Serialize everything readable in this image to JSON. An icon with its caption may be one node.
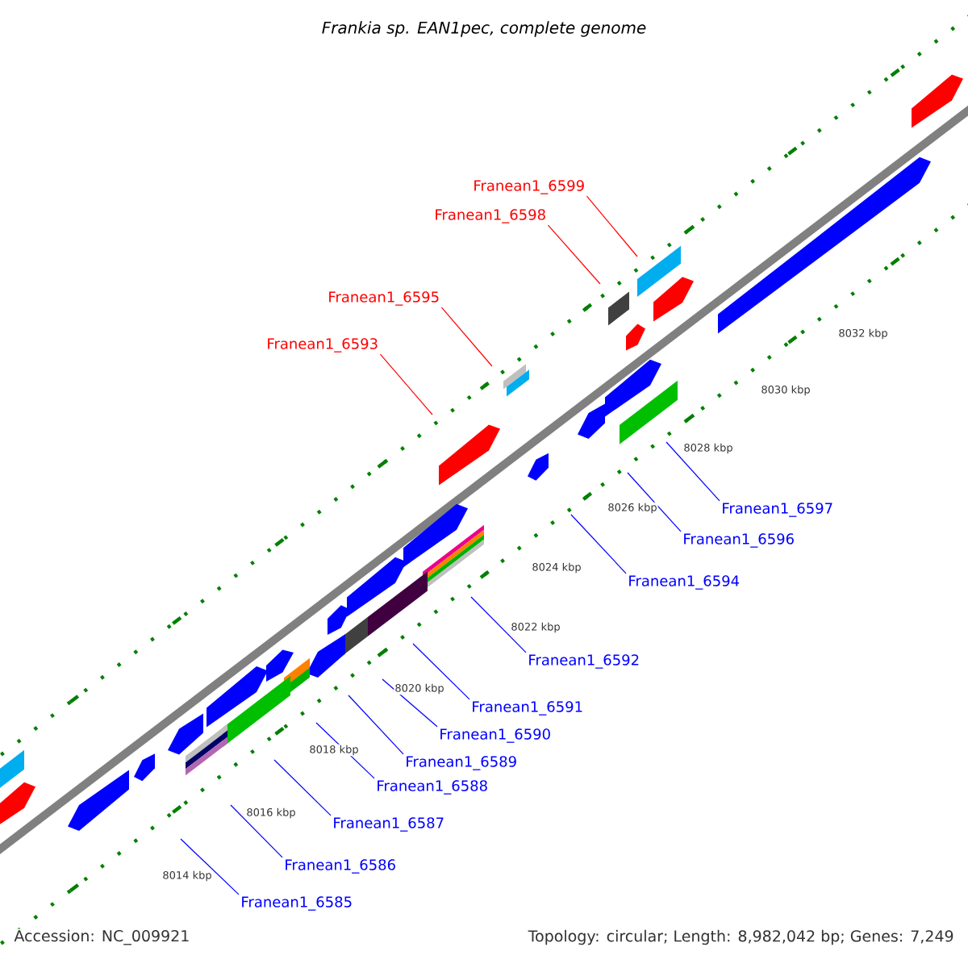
{
  "diagram": {
    "title": "*Frankia sp. EAN1pec, complete genome*",
    "nodes": [
      {
        "text": [
          "Franean1_6599"
        ]
      },
      {
        "text": [
          "Franean1_6598"
        ]
      },
      {
        "text": [
          "Franean1_6595"
        ]
      },
      {
        "text": [
          "Franean1_6593"
        ]
      },
      {
        "text": [
          "Franean1_6597"
        ]
      },
      {
        "text": [
          "Franean1_6596"
        ]
      },
      {
        "text": [
          "Franean1_6594"
        ]
      },
      {
        "text": [
          "Franean1_6592"
        ]
      },
      {
        "text": [
          "Franean1_6591"
        ]
      },
      {
        "text": [
          "Franean1_6590"
        ]
      },
      {
        "text": [
          "Franean1_6589"
        ]
      },
      {
        "text": [
          "Franean1_6588"
        ]
      },
      {
        "text": [
          "Franean1_6587"
        ]
      },
      {
        "text": [
          "Franean1_6586"
        ]
      },
      {
        "text": [
          "Franean1_6585"
        ]
      }
    ],
    "edges": [
      {
        "from": 0,
        "to": null,
        "arrow": "none",
        "color": "#ff0000"
      },
      {
        "from": 1,
        "to": null,
        "arrow": "none",
        "color": "#ff0000"
      },
      {
        "from": 2,
        "to": null,
        "arrow": "none",
        "color": "#ff0000"
      },
      {
        "from": 3,
        "to": null,
        "arrow": "none",
        "color": "#ff0000"
      },
      {
        "from": 4,
        "to": null,
        "arrow": "none"
      },
      {
        "from": 5,
        "to": null,
        "arrow": "none"
      },
      {
        "from": 6,
        "to": null,
        "arrow": "none"
      },
      {
        "from": 7,
        "to": null,
        "arrow": "none"
      },
      {
        "from": 8,
        "to": null,
        "arrow": "none"
      },
      {
        "from": 9,
        "to": null,
        "arrow": "none"
      },
      {
        "from": 10,
        "to": null,
        "arrow": "none"
      },
      {
        "from": 11,
        "to": null,
        "arrow": "none"
      },
      {
        "from": 12,
        "to": null,
        "arrow": "none"
      },
      {
        "from": 13,
        "to": null,
        "arrow": "none"
      },
      {
        "from": 14,
        "to": null,
        "arrow": "none"
      }
    ],
    "labels": [
      "8032 kbp",
      "8030 kbp",
      "8028 kbp",
      "8026 kbp",
      "8024 kbp",
      "8022 kbp",
      "8020 kbp",
      "8018 kbp",
      "8016 kbp",
      "8014 kbp",
      "Accession: NC_009921",
      "Topology: circular; Length: 8,982,042 bp; Genes: 7,249"
    ]
  }
}
